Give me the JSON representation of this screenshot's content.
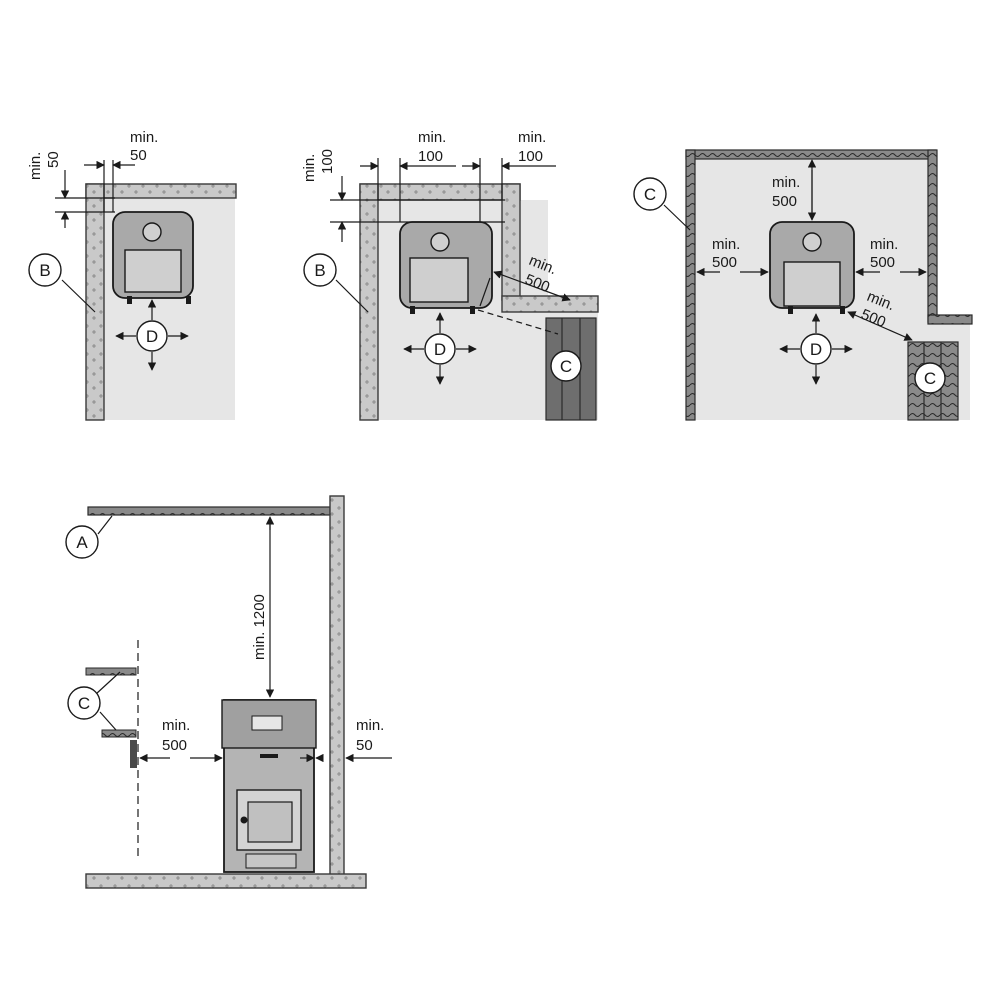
{
  "colors": {
    "wall_fill": "#c9c9c9",
    "room_fill": "#e6e6e6",
    "heater_fill": "#a9a9a9",
    "bench_fill": "#6e6e6e",
    "line": "#1a1a1a"
  },
  "panel1": {
    "dim_top_side": [
      "min.",
      "50"
    ],
    "dim_top_vertical": [
      "min.",
      "50"
    ],
    "label_wall": "B",
    "label_direction": "D"
  },
  "panel2": {
    "dim_left": [
      "min.",
      "100"
    ],
    "dim_right": [
      "min.",
      "100"
    ],
    "dim_vertical": [
      "min.",
      "100"
    ],
    "dim_bench": [
      "min.",
      "500"
    ],
    "label_wall": "B",
    "label_bench": "C",
    "label_direction": "D"
  },
  "panel3": {
    "dim_top": [
      "min.",
      "500"
    ],
    "dim_left": [
      "min.",
      "500"
    ],
    "dim_right": [
      "min.",
      "500"
    ],
    "dim_bench": [
      "min.",
      "500"
    ],
    "label_wall": "C",
    "label_bench": "C",
    "label_direction": "D"
  },
  "panel4": {
    "dim_ceiling": "min. 1200",
    "dim_left": [
      "min.",
      "500"
    ],
    "dim_right": [
      "min.",
      "50"
    ],
    "label_ceiling": "A",
    "label_bench": "C"
  }
}
